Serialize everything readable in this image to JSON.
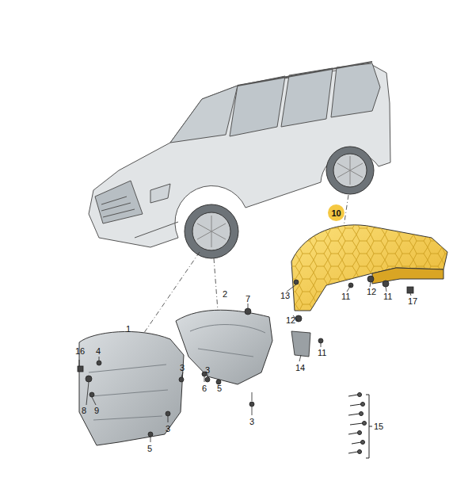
{
  "diagram": {
    "nodes": [
      {
        "text": [
          "10"
        ]
      }
    ],
    "labels": [
      "13",
      "11",
      "12",
      "11",
      "17",
      "2",
      "7",
      "12",
      "11",
      "14",
      "1",
      "16",
      "4",
      "3",
      "3",
      "8",
      "9",
      "6",
      "5",
      "3",
      "3",
      "15",
      "5"
    ]
  }
}
